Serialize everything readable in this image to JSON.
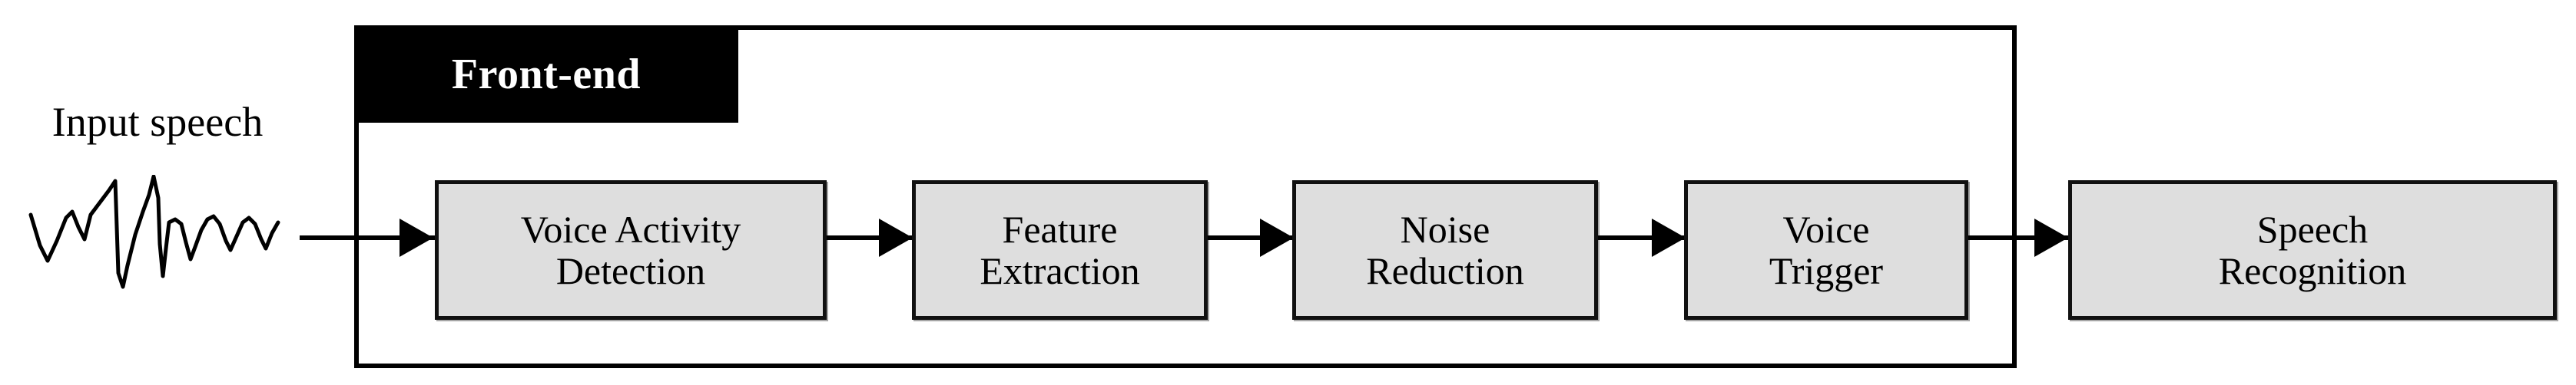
{
  "diagram": {
    "title_badge": "Front-end",
    "input_label": "Input speech",
    "waveform_name": "speech-waveform",
    "boxes": [
      {
        "id": "vad",
        "line1": "Voice Activity",
        "line2": "Detection"
      },
      {
        "id": "fe",
        "line1": "Feature",
        "line2": "Extraction"
      },
      {
        "id": "nr",
        "line1": "Noise",
        "line2": "Reduction"
      },
      {
        "id": "vt",
        "line1": "Voice",
        "line2": "Trigger"
      },
      {
        "id": "asr",
        "line1": "Speech",
        "line2": "Recognition"
      }
    ],
    "colors": {
      "box_fill": "#dedede",
      "box_border": "#111111",
      "badge_bg": "#000000",
      "badge_text": "#ffffff",
      "line": "#000000",
      "background": "#ffffff"
    }
  }
}
